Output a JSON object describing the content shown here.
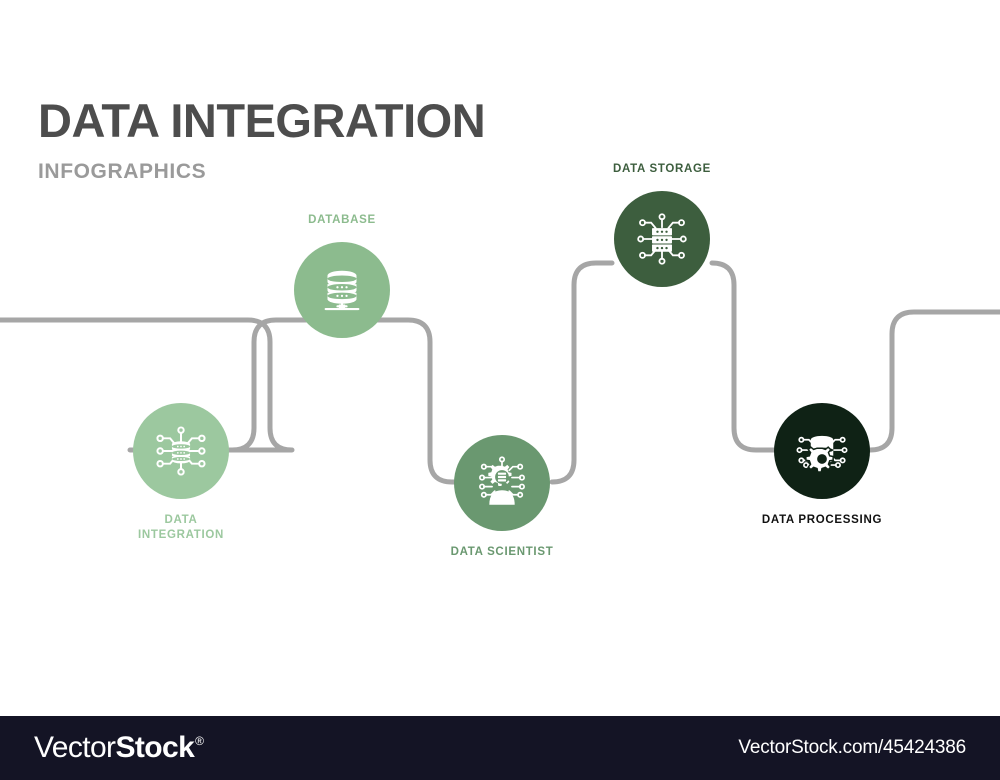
{
  "header": {
    "title": "DATA INTEGRATION",
    "subtitle": "INFOGRAPHICS"
  },
  "colors": {
    "step1": "#9cc89f",
    "step2": "#8cbb8e",
    "step3": "#6a9870",
    "step4": "#3d5e3e",
    "step5": "#0f2215",
    "connector": "#a6a6a6",
    "title": "#4d4d4d",
    "subtitle": "#9a9a9a",
    "footer_bg": "#141425",
    "page_bg": "#ffffff"
  },
  "steps": [
    {
      "label": "DATA\nINTEGRATION",
      "icon": "data-integration-icon",
      "color": "#9cc89f",
      "label_position": "below"
    },
    {
      "label": "DATABASE",
      "icon": "database-icon",
      "color": "#8cbb8e",
      "label_position": "above"
    },
    {
      "label": "DATA SCIENTIST",
      "icon": "data-scientist-icon",
      "color": "#6a9870",
      "label_position": "below"
    },
    {
      "label": "DATA STORAGE",
      "icon": "data-storage-icon",
      "color": "#3d5e3e",
      "label_position": "above"
    },
    {
      "label": "DATA PROCESSING",
      "icon": "data-processing-icon",
      "color": "#0f2215",
      "label_position": "below"
    }
  ],
  "footer": {
    "logo_thin": "Vector",
    "logo_bold": "Stock",
    "logo_registered": "®",
    "url": "VectorStock.com/45424386"
  }
}
